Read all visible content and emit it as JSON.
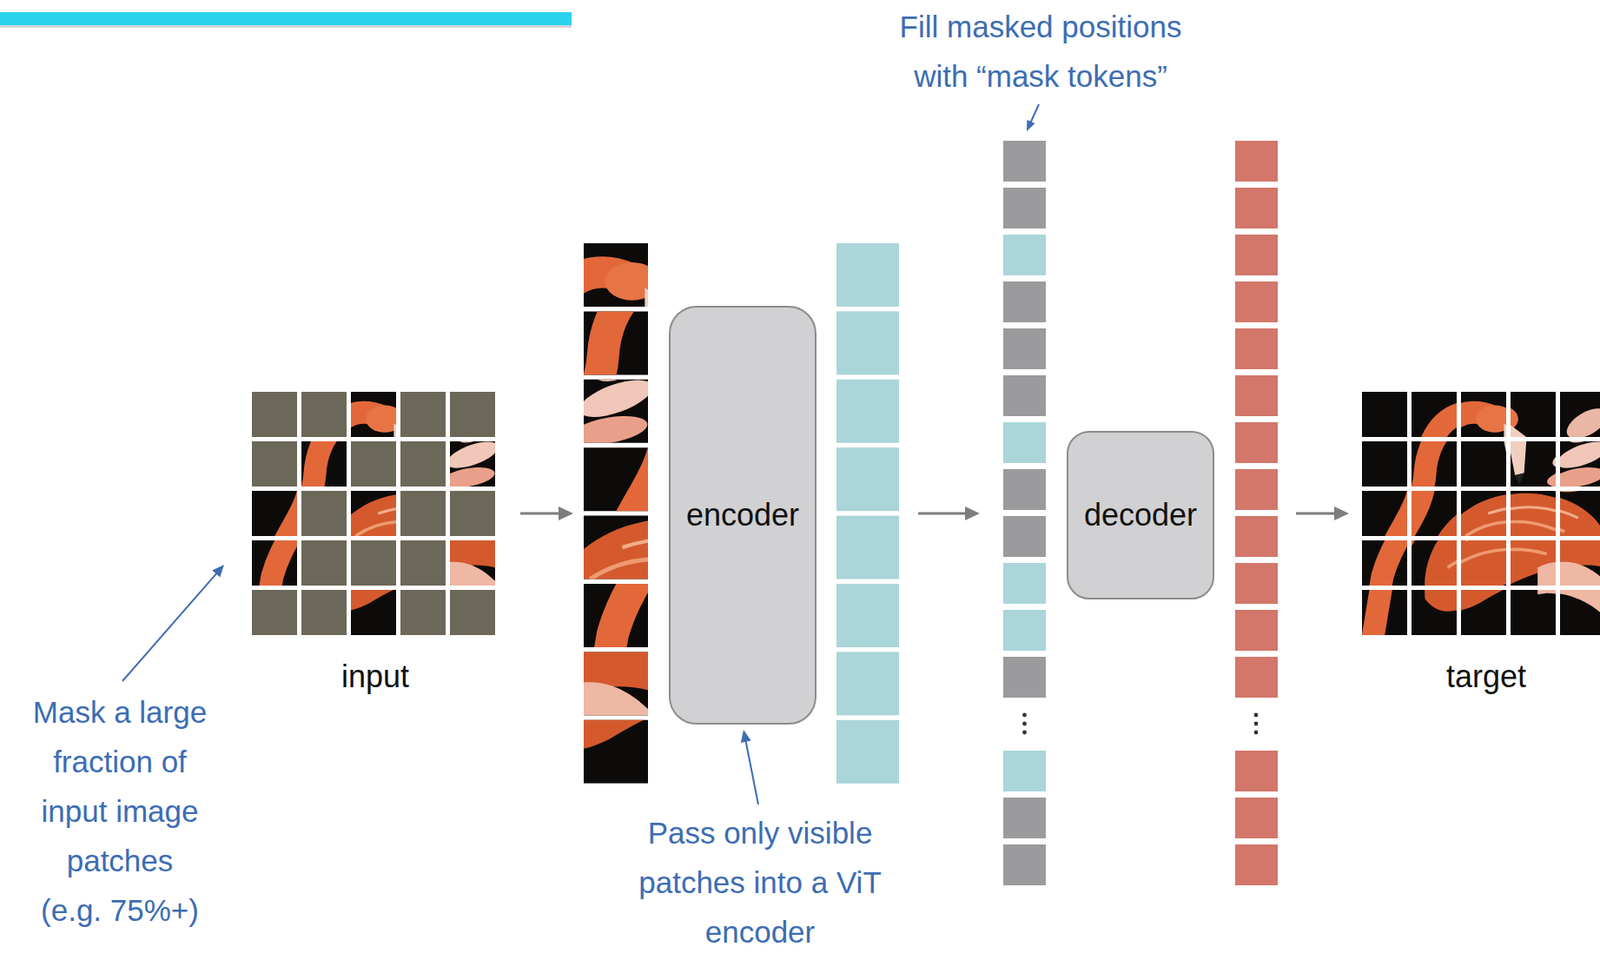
{
  "diagram": {
    "nodes": [
      {
        "text": [
          "encoder"
        ]
      },
      {
        "text": [
          "decoder"
        ]
      }
    ],
    "labels": [
      "Fill masked positions with “mask tokens”",
      "input",
      "target",
      "Mask a large fraction of input image patches (e.g. 75%+)",
      "Pass only visible patches into a ViT encoder"
    ]
  }
}
